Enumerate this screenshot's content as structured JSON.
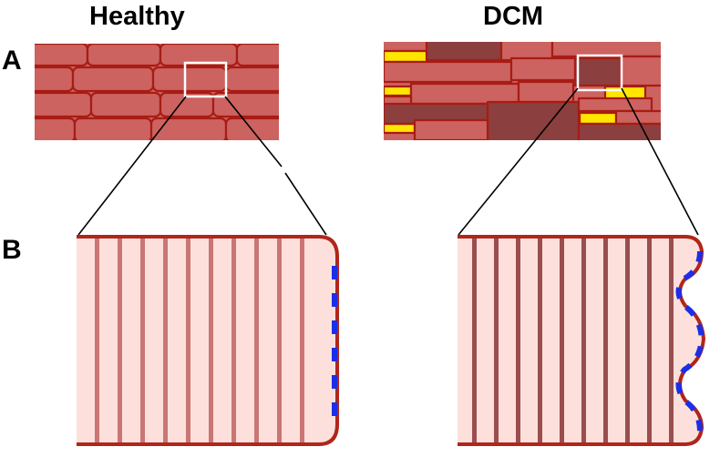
{
  "columns": {
    "healthy": "Healthy",
    "dcm": "DCM"
  },
  "panels": {
    "a": "A",
    "b": "B"
  },
  "colors": {
    "cell_fill": "#cc6360",
    "cell_border": "#a81c14",
    "fibrotic_cell": "#8b3f3f",
    "fat_yellow": "#ffe600",
    "sarcomere_fill": "#fde0dc",
    "z_line": "#c97674",
    "z_line_dcm": "#9a4e4e",
    "membrane": "#b0261a",
    "t_tubule": "#1a2fe6",
    "zoom_box": "#ffffff",
    "zoom_line": "#000000"
  }
}
